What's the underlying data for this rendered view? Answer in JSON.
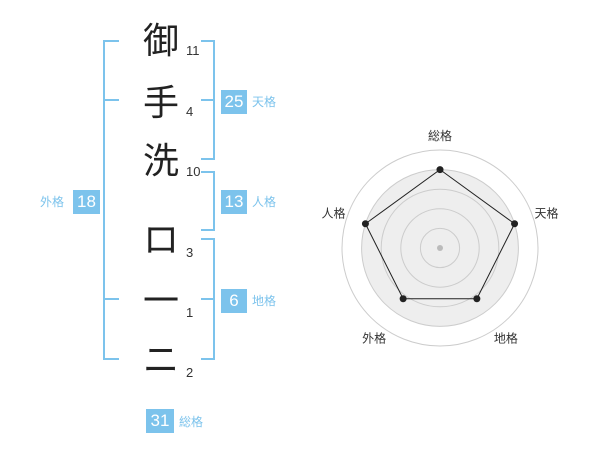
{
  "characters": [
    {
      "char": "御",
      "strokes": "11"
    },
    {
      "char": "手",
      "strokes": "4"
    },
    {
      "char": "洗",
      "strokes": "10"
    },
    {
      "char": "ロ",
      "strokes": "3"
    },
    {
      "char": "一",
      "strokes": "1"
    },
    {
      "char": "ニ",
      "strokes": "2"
    }
  ],
  "kakusu": {
    "tenkaku": {
      "value": "25",
      "label": "天格"
    },
    "jinkaku": {
      "value": "13",
      "label": "人格"
    },
    "chikaku": {
      "value": "6",
      "label": "地格"
    },
    "gaikaku": {
      "value": "18",
      "label": "外格"
    },
    "soukaku": {
      "value": "31",
      "label": "総格"
    }
  },
  "chart_data": {
    "type": "radar",
    "axes": [
      "総格",
      "天格",
      "地格",
      "外格",
      "人格"
    ],
    "values": [
      5,
      5,
      4,
      4,
      5
    ],
    "max": 5,
    "rings": 5
  },
  "colors": {
    "accent": "#7cc3ec",
    "text": "#222222",
    "radar_fill": "#eeeeee",
    "radar_ring": "#cccccc"
  }
}
